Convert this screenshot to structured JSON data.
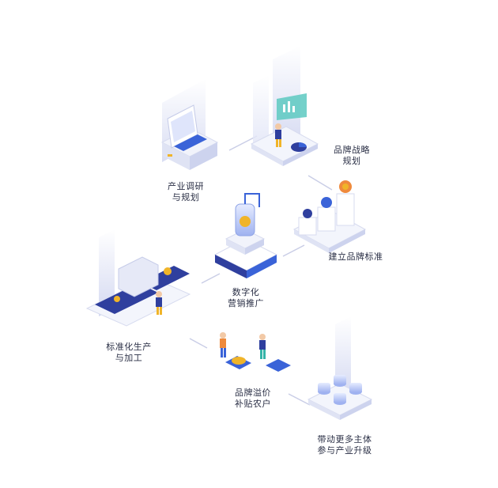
{
  "nodes": [
    {
      "id": "research",
      "label": "产业调研\n与规划"
    },
    {
      "id": "strategy",
      "label": "品牌战略\n规划"
    },
    {
      "id": "standard",
      "label": "建立品牌标准"
    },
    {
      "id": "digital",
      "label": "数字化\n营销推广"
    },
    {
      "id": "production",
      "label": "标准化生产\n与加工"
    },
    {
      "id": "subsidy",
      "label": "品牌溢价\n补贴农户"
    },
    {
      "id": "upgrade",
      "label": "带动更多主体\n参与产业升级"
    }
  ],
  "colors": {
    "primary": "#2f3f9e",
    "accent": "#3a63d8",
    "light": "#eef0fb",
    "gold": "#f0b429",
    "orange": "#ef8a3c",
    "teal": "#34b3a8",
    "connector": "#c9cde6"
  }
}
